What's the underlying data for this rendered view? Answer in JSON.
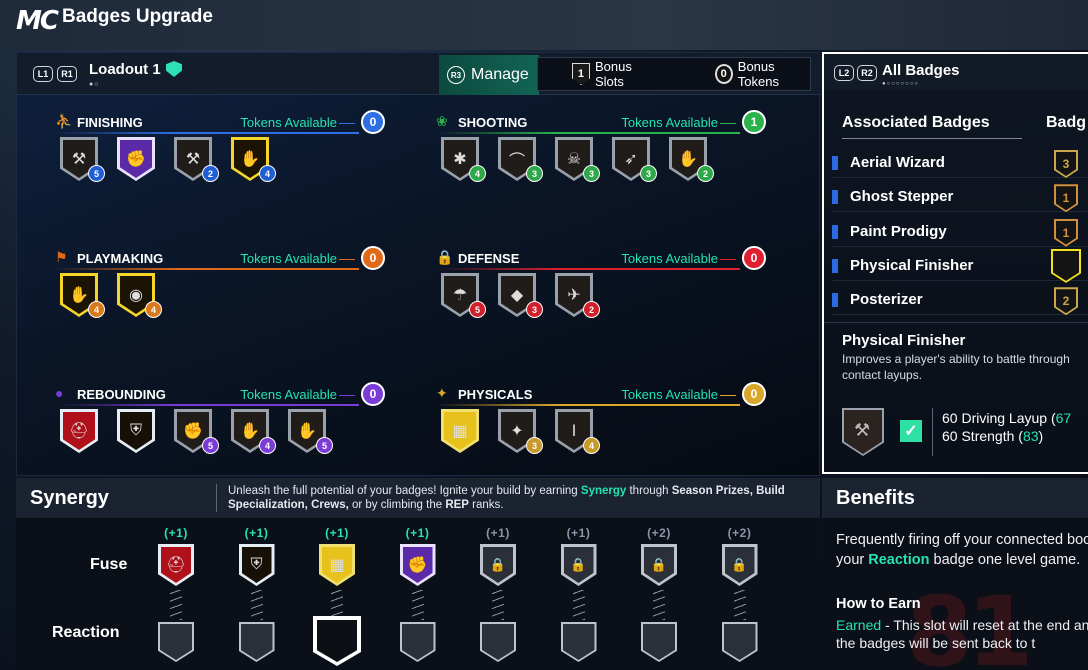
{
  "app": {
    "logo": "MC",
    "title": "Badges Upgrade"
  },
  "loadout": {
    "l1": "L1",
    "r1": "R1",
    "name": "Loadout 1",
    "dots": "●○"
  },
  "manage": {
    "r3": "R3",
    "label": "Manage"
  },
  "bonus": {
    "slots_count": "1",
    "slots_label": "Bonus Slots",
    "tokens_count": "0",
    "tokens_label": "Bonus Tokens"
  },
  "tokens_label": "Tokens Available",
  "categories": [
    {
      "name": "FINISHING",
      "tokens": "0",
      "color": "#2e6fe6",
      "badges": [
        {
          "tier": "black",
          "level": "5",
          "lvl_color": "#1e5fd6",
          "icon": "⚒"
        },
        {
          "tier": "purple",
          "level": "",
          "lvl_color": "",
          "icon": "✊"
        },
        {
          "tier": "black",
          "level": "2",
          "lvl_color": "#1e5fd6",
          "icon": "⚒"
        },
        {
          "tier": "gold",
          "level": "4",
          "lvl_color": "#1e5fd6",
          "icon": "✋"
        }
      ]
    },
    {
      "name": "SHOOTING",
      "tokens": "1",
      "color": "#29b34a",
      "badges": [
        {
          "tier": "black",
          "level": "4",
          "lvl_color": "#2fa84a",
          "icon": "✱"
        },
        {
          "tier": "black",
          "level": "3",
          "lvl_color": "#2fa84a",
          "icon": "⌒"
        },
        {
          "tier": "black",
          "level": "3",
          "lvl_color": "#2fa84a",
          "icon": "☠"
        },
        {
          "tier": "black",
          "level": "3",
          "lvl_color": "#2fa84a",
          "icon": "➶"
        },
        {
          "tier": "black",
          "level": "2",
          "lvl_color": "#2fa84a",
          "icon": "✋"
        }
      ]
    },
    {
      "name": "PLAYMAKING",
      "tokens": "0",
      "color": "#e06a1a",
      "badges": [
        {
          "tier": "gold",
          "level": "4",
          "lvl_color": "#d9781c",
          "icon": "✋"
        },
        {
          "tier": "gold",
          "level": "4",
          "lvl_color": "#d9781c",
          "icon": "◉"
        }
      ]
    },
    {
      "name": "DEFENSE",
      "tokens": "0",
      "color": "#e02030",
      "badges": [
        {
          "tier": "black",
          "level": "5",
          "lvl_color": "#d0202c",
          "icon": "☂"
        },
        {
          "tier": "black",
          "level": "3",
          "lvl_color": "#d0202c",
          "icon": "◆"
        },
        {
          "tier": "black",
          "level": "2",
          "lvl_color": "#d0202c",
          "icon": "✈"
        }
      ]
    },
    {
      "name": "REBOUNDING",
      "tokens": "0",
      "color": "#7b3bd6",
      "badges": [
        {
          "tier": "red",
          "level": "",
          "lvl_color": "",
          "icon": "⛑"
        },
        {
          "tier": "gold-black",
          "level": "",
          "lvl_color": "",
          "icon": "⛨"
        },
        {
          "tier": "black",
          "level": "5",
          "lvl_color": "#7b3bd6",
          "icon": "✊"
        },
        {
          "tier": "black",
          "level": "4",
          "lvl_color": "#7b3bd6",
          "icon": "✋"
        },
        {
          "tier": "black",
          "level": "5",
          "lvl_color": "#7b3bd6",
          "icon": "✋"
        }
      ]
    },
    {
      "name": "PHYSICALS",
      "tokens": "0",
      "color": "#d9a62a",
      "badges": [
        {
          "tier": "gold-yellow",
          "level": "",
          "lvl_color": "",
          "icon": "▦"
        },
        {
          "tier": "black",
          "level": "3",
          "lvl_color": "#c89a2a",
          "icon": "✦"
        },
        {
          "tier": "black",
          "level": "4",
          "lvl_color": "#c89a2a",
          "icon": "Ⅰ"
        }
      ]
    }
  ],
  "synergy": {
    "title": "Synergy",
    "desc_1": "Unleash the full potential of your badges! Ignite your build by earning ",
    "desc_hl": "Synergy",
    "desc_2": " through ",
    "desc_b1": "Season Prizes, Build Specialization, Crews,",
    "desc_3": " or by climbing the ",
    "desc_b2": "REP",
    "desc_4": " ranks.",
    "fuse_label": "Fuse",
    "reaction_label": "Reaction",
    "slots": [
      {
        "bonus": "(+1)",
        "active": true,
        "tier": "red",
        "icon": "⛑"
      },
      {
        "bonus": "(+1)",
        "active": true,
        "tier": "gold-black",
        "icon": "⛨"
      },
      {
        "bonus": "(+1)",
        "active": true,
        "tier": "gold-yellow",
        "icon": "▦"
      },
      {
        "bonus": "(+1)",
        "active": true,
        "tier": "purple",
        "icon": "✊"
      },
      {
        "bonus": "(+1)",
        "active": false,
        "tier": "locked",
        "icon": "🔒"
      },
      {
        "bonus": "(+1)",
        "active": false,
        "tier": "locked",
        "icon": "🔒"
      },
      {
        "bonus": "(+2)",
        "active": false,
        "tier": "locked",
        "icon": "🔒"
      },
      {
        "bonus": "(+2)",
        "active": false,
        "tier": "locked",
        "icon": "🔒"
      }
    ]
  },
  "all_badges": {
    "l2": "L2",
    "r2": "R2",
    "title": "All Badges",
    "dots": "●○○○○○○○",
    "assoc_title": "Associated Badges",
    "assoc_col2": "Badg",
    "items": [
      {
        "name": "Aerial Wizard",
        "level": "3",
        "color": "#c8a84a"
      },
      {
        "name": "Ghost Stepper",
        "level": "1",
        "color": "#d09040"
      },
      {
        "name": "Paint Prodigy",
        "level": "1",
        "color": "#d09040"
      },
      {
        "name": "Physical Finisher",
        "level": "",
        "color": "#f2e018"
      },
      {
        "name": "Posterizer",
        "level": "2",
        "color": "#c8a84a"
      }
    ],
    "detail_title": "Physical Finisher",
    "detail_desc": "Improves a player's ability to battle through contact layups.",
    "req1_label": "60 Driving Layup (",
    "req1_val": "67",
    "req2_label": "60 Strength (",
    "req2_val": "83",
    "req2_close": ")"
  },
  "benefits": {
    "title": "Benefits",
    "text_1": "Frequently firing off your connected boost your ",
    "text_hl": "Reaction",
    "text_2": " badge one level game.",
    "how_title": "How to Earn",
    "earned_hl": "Earned",
    "earned_text": " - This slot will reset at the end and the badges will be sent back to t"
  }
}
